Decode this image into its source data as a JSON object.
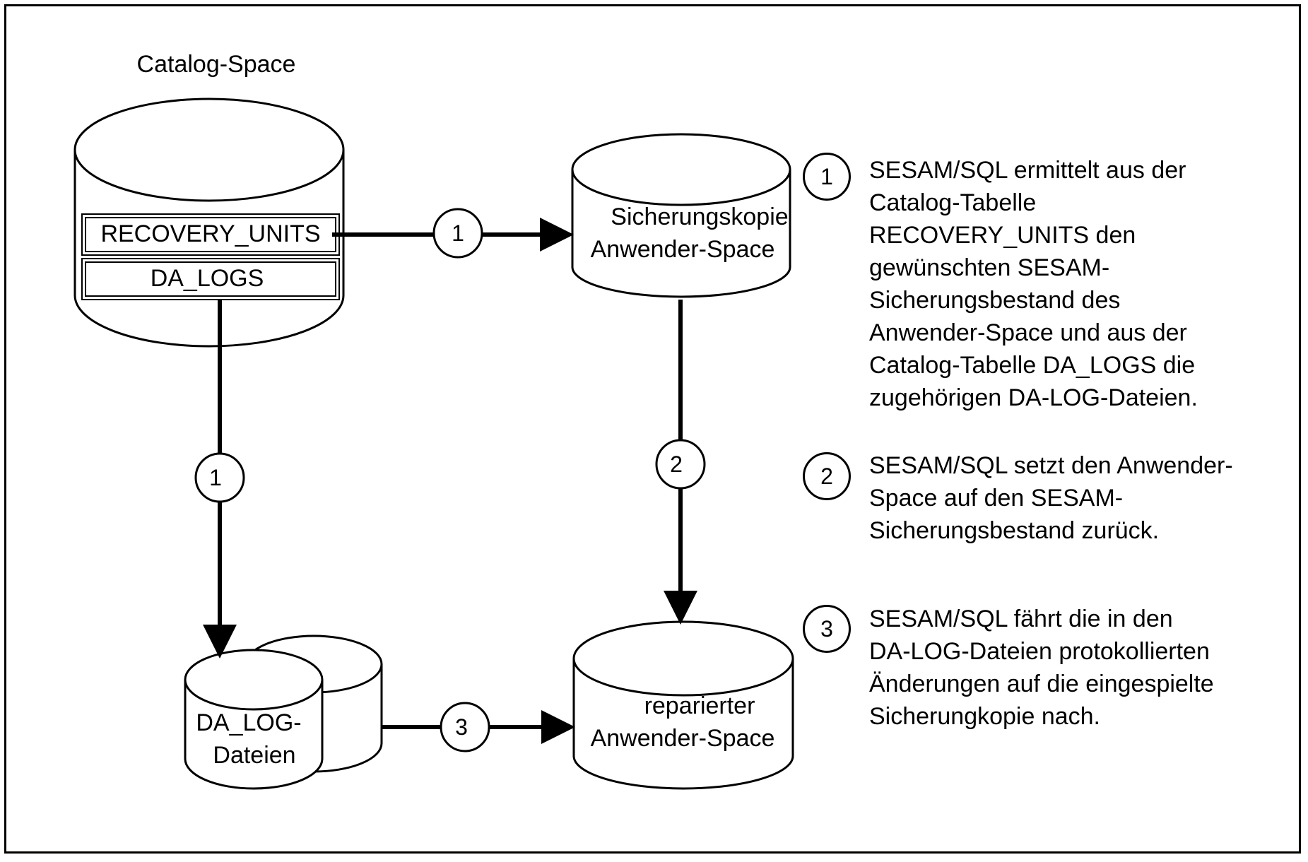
{
  "diagram": {
    "catalog_space": {
      "title": "Catalog-Space",
      "tables": [
        "RECOVERY_UNITS",
        "DA_LOGS"
      ]
    },
    "backup_copy": {
      "lines": [
        "Sicherungskopie",
        "Anwender-Space"
      ]
    },
    "da_log_files": {
      "lines": [
        "DA_LOG-",
        "Dateien"
      ]
    },
    "repaired_space": {
      "lines": [
        "reparierter",
        "Anwender-Space"
      ]
    },
    "arrow_labels": {
      "catalog_to_backup": "1",
      "catalog_to_dalog": "1",
      "backup_to_repaired": "2",
      "dalog_to_repaired": "3"
    }
  },
  "legend": [
    {
      "number": "1",
      "text": "SESAM/SQL ermittelt aus der\nCatalog-Tabelle\nRECOVERY_UNITS den\ngewünschten SESAM-\nSicherungsbestand des\nAnwender-Space und aus der\nCatalog-Tabelle DA_LOGS die\nzugehörigen DA-LOG-Dateien."
    },
    {
      "number": "2",
      "text": "SESAM/SQL setzt den Anwender-\nSpace auf den SESAM-\nSicherungsbestand zurück."
    },
    {
      "number": "3",
      "text": "SESAM/SQL fährt die in den\nDA-LOG-Dateien protokollierten\nÄnderungen auf die eingespielte\nSicherungkopie nach."
    }
  ]
}
